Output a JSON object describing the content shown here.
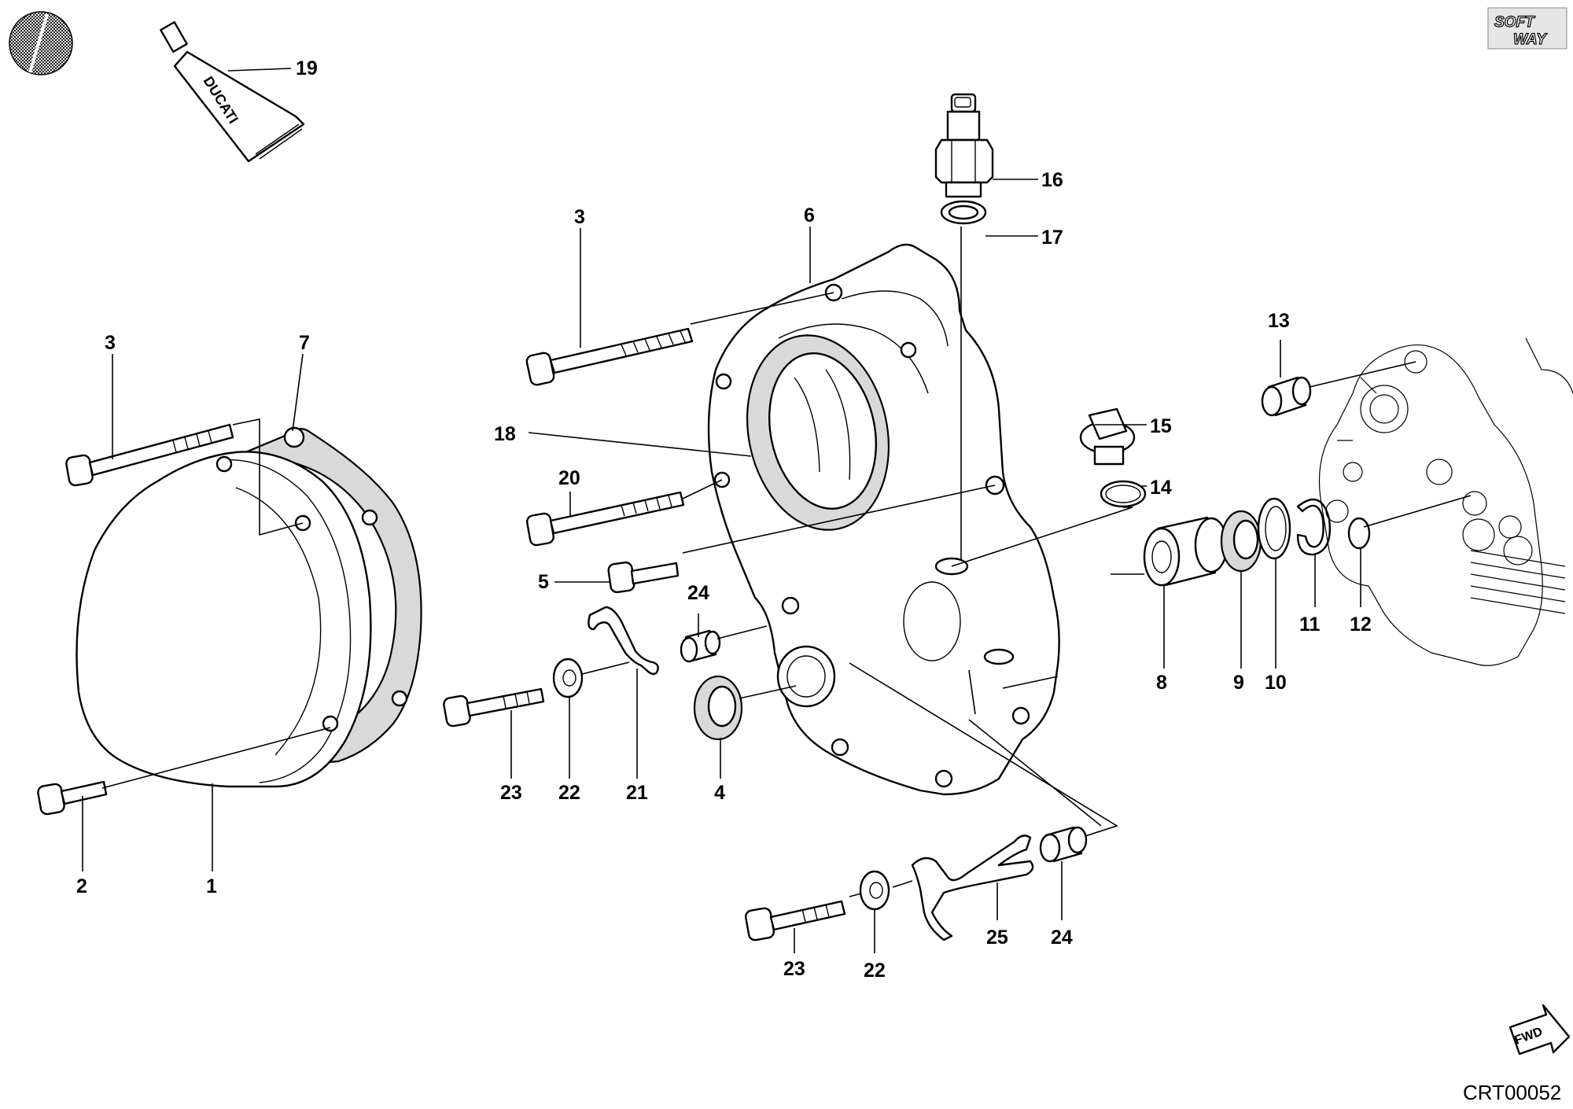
{
  "diagram": {
    "drawing_code": "CRT00052",
    "brand_mark": [
      "SOFT",
      "WAY"
    ],
    "forward_label": "FWD",
    "tube_label": "DUCATI"
  },
  "callouts": [
    {
      "id": "c19",
      "label": "19"
    },
    {
      "id": "c16",
      "label": "16"
    },
    {
      "id": "c17",
      "label": "17"
    },
    {
      "id": "c3a",
      "label": "3"
    },
    {
      "id": "c6",
      "label": "6"
    },
    {
      "id": "c3b",
      "label": "3"
    },
    {
      "id": "c7",
      "label": "7"
    },
    {
      "id": "c13",
      "label": "13"
    },
    {
      "id": "c18",
      "label": "18"
    },
    {
      "id": "c15",
      "label": "15"
    },
    {
      "id": "c20",
      "label": "20"
    },
    {
      "id": "c14",
      "label": "14"
    },
    {
      "id": "c5",
      "label": "5"
    },
    {
      "id": "c24a",
      "label": "24"
    },
    {
      "id": "c11",
      "label": "11"
    },
    {
      "id": "c12",
      "label": "12"
    },
    {
      "id": "c8",
      "label": "8"
    },
    {
      "id": "c9",
      "label": "9"
    },
    {
      "id": "c10",
      "label": "10"
    },
    {
      "id": "c23a",
      "label": "23"
    },
    {
      "id": "c22a",
      "label": "22"
    },
    {
      "id": "c21",
      "label": "21"
    },
    {
      "id": "c4",
      "label": "4"
    },
    {
      "id": "c2",
      "label": "2"
    },
    {
      "id": "c1",
      "label": "1"
    },
    {
      "id": "c25",
      "label": "25"
    },
    {
      "id": "c24b",
      "label": "24"
    },
    {
      "id": "c23b",
      "label": "23"
    },
    {
      "id": "c22b",
      "label": "22"
    }
  ]
}
